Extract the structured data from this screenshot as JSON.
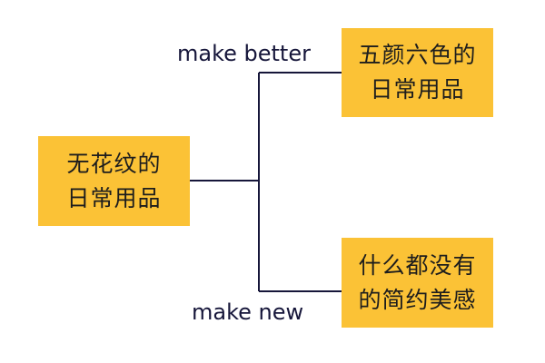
{
  "diagram": {
    "source_node": {
      "lines": [
        "无花纹的",
        "日常用品"
      ]
    },
    "branch_top": {
      "edge_label": "make better",
      "lines": [
        "五颜六色的",
        "日常用品"
      ]
    },
    "branch_bottom": {
      "edge_label": "make new",
      "lines": [
        "什么都没有",
        "的简约美感"
      ]
    },
    "colors": {
      "box_fill": "#fbc236",
      "connector": "#16163a",
      "box_text": "#1d1d1d"
    }
  }
}
